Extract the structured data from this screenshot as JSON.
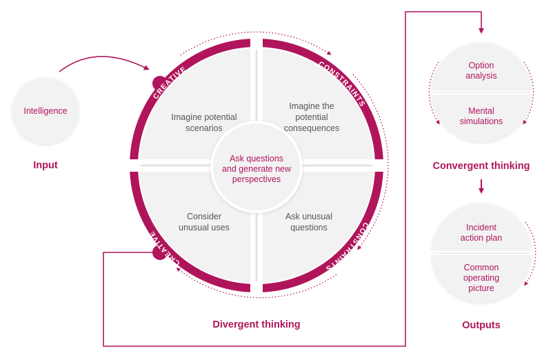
{
  "colors": {
    "accent": "#b0155c",
    "text": "#555555",
    "circle_fill": "#f2f2f2",
    "divider": "#e4e4e4"
  },
  "input": {
    "circle_label": "Intelligence",
    "heading": "Input"
  },
  "divergent": {
    "heading": "Divergent thinking",
    "center": [
      "Ask questions",
      "and generate new",
      "perspectives"
    ],
    "q_top_left": [
      "Imagine potential",
      "scenarios"
    ],
    "q_top_right": [
      "Imagine the",
      "potential",
      "consequences"
    ],
    "q_bottom_left": [
      "Consider",
      "unusual uses"
    ],
    "q_bottom_right": [
      "Ask unusual",
      "questions"
    ],
    "arc_labels": {
      "top_left": "CREATIVE",
      "top_right": "CONSTRAINTS",
      "bottom_right": "CONSTRAINTS",
      "bottom_left": "CREATIVE"
    }
  },
  "convergent": {
    "heading": "Convergent thinking",
    "top": [
      "Option",
      "analysis"
    ],
    "bottom": [
      "Mental",
      "simulations"
    ]
  },
  "outputs": {
    "heading": "Outputs",
    "top": [
      "Incident",
      "action plan"
    ],
    "bottom": [
      "Common",
      "operating",
      "picture"
    ]
  }
}
